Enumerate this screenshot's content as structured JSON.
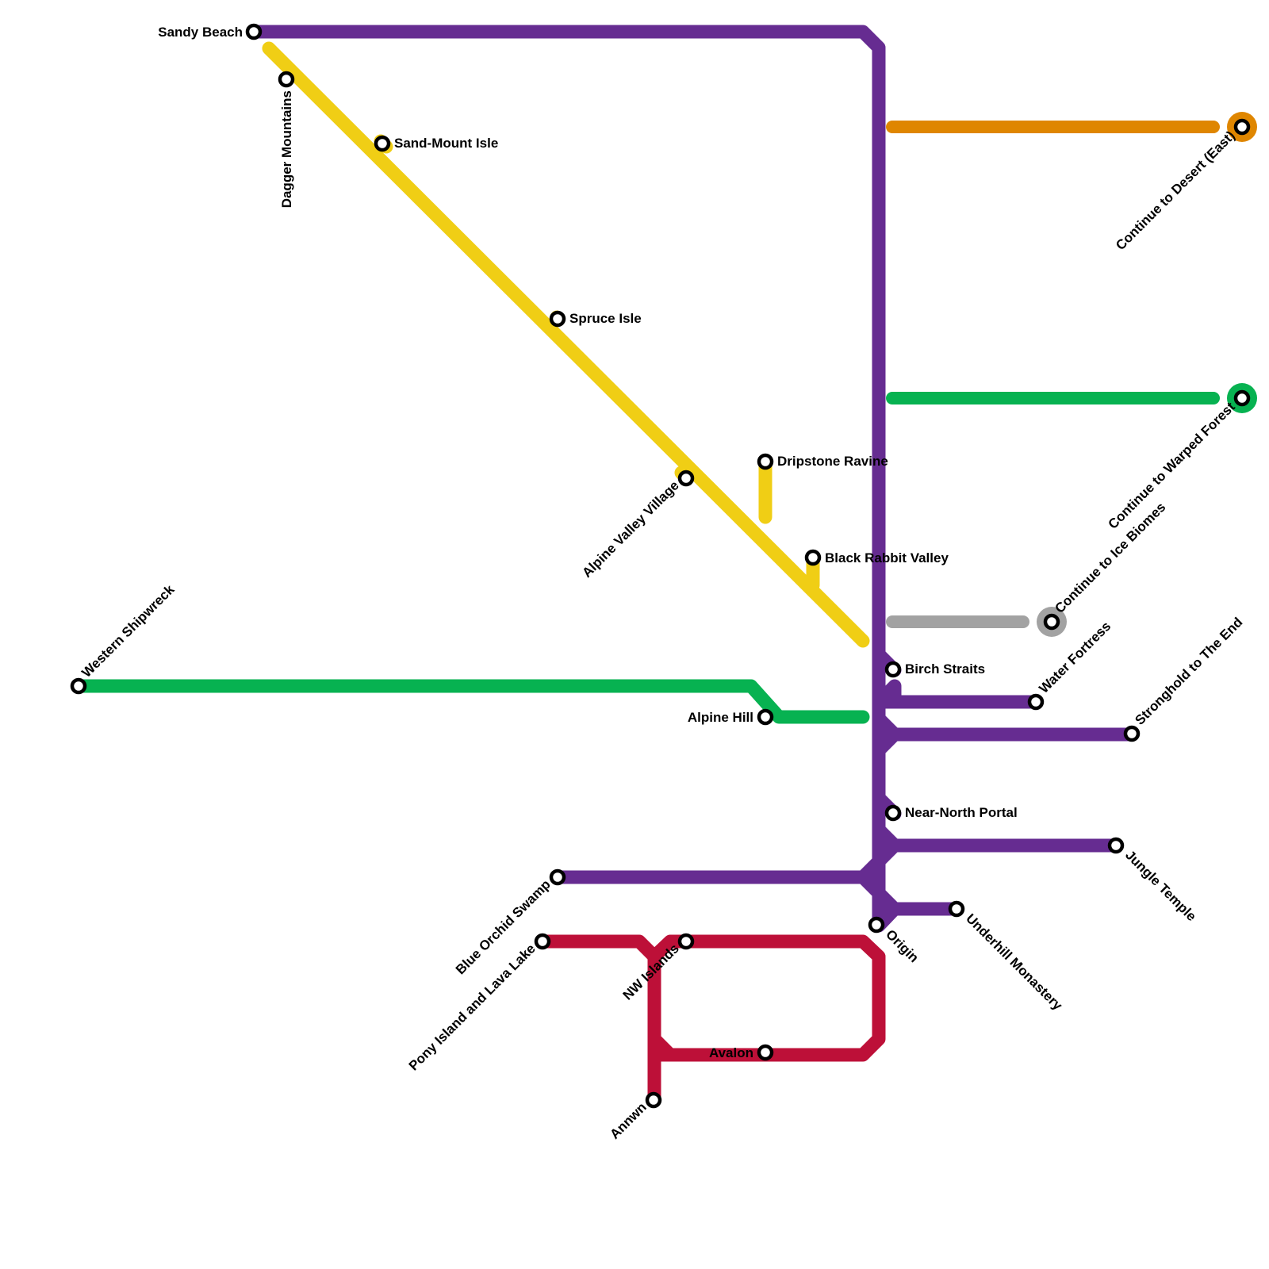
{
  "colors": {
    "purple": "#662c91",
    "yellow": "#f0ce15",
    "green": "#07b251",
    "red": "#bd1038",
    "orange": "#df8600",
    "gray": "#a2a2a2",
    "station_fill": "#ffffff",
    "station_stroke": "#000000"
  },
  "lines": [
    {
      "id": "purple",
      "color_key": "purple"
    },
    {
      "id": "yellow",
      "color_key": "yellow"
    },
    {
      "id": "green",
      "color_key": "green"
    },
    {
      "id": "red",
      "color_key": "red"
    },
    {
      "id": "orange",
      "color_key": "orange"
    },
    {
      "id": "gray",
      "color_key": "gray"
    }
  ],
  "stations": {
    "sandy_beach": "Sandy Beach",
    "dagger_mountains": "Dagger Mountains",
    "sand_mount_isle": "Sand-Mount Isle",
    "spruce_isle": "Spruce Isle",
    "alpine_valley_village": "Alpine Valley Village",
    "dripstone_ravine": "Dripstone Ravine",
    "black_rabbit_valley": "Black Rabbit Valley",
    "western_shipwreck": "Western Shipwreck",
    "alpine_hill": "Alpine Hill",
    "birch_straits": "Birch Straits",
    "water_fortress": "Water Fortress",
    "stronghold_to_the_end": "Stronghold to The End",
    "near_north_portal": "Near-North Portal",
    "jungle_temple": "Jungle Temple",
    "blue_orchid_swamp": "Blue Orchid Swamp",
    "origin": "Origin",
    "underhill_monastery": "Underhill Monastery",
    "pony_island_and_lava_lake": "Pony Island and Lava Lake",
    "nw_islands": "NW Islands",
    "avalon": "Avalon",
    "annwn": "Annwn",
    "continue_to_desert_east": "Continue to Desert (East)",
    "continue_to_warped_forest": "Continue to Warped Forest",
    "continue_to_ice_biomes": "Continue to Ice Biomes"
  }
}
